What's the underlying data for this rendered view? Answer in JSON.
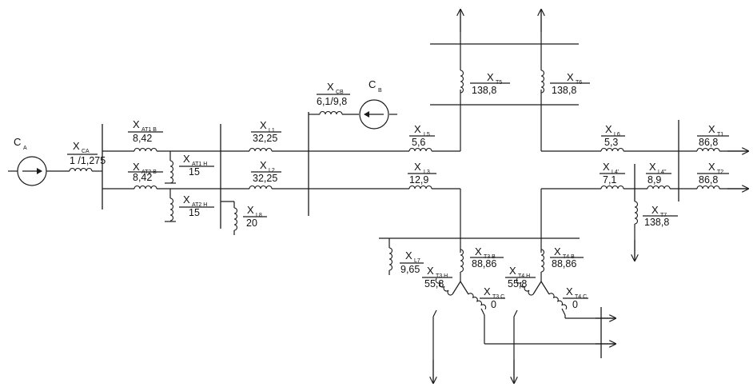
{
  "sources": {
    "ca": {
      "letter": "C",
      "sub": "A"
    },
    "cb": {
      "letter": "C",
      "sub": "B"
    }
  },
  "elements": {
    "x_ca": {
      "letter": "X",
      "sub": "CA",
      "value": "1 /1,275"
    },
    "x_cb": {
      "letter": "X",
      "sub": "CB",
      "value": "6,1/9,8"
    },
    "x_at1b": {
      "letter": "X",
      "sub": "AT1 B",
      "value": "8,42"
    },
    "x_at2b": {
      "letter": "X",
      "sub": "AT2 B",
      "value": "8,42"
    },
    "x_at1h": {
      "letter": "X",
      "sub": "AT1 H",
      "value": "15"
    },
    "x_at2h": {
      "letter": "X",
      "sub": "AT2 H",
      "value": "15"
    },
    "x_l1": {
      "letter": "X",
      "sub": "L1",
      "value": "32,25"
    },
    "x_l2": {
      "letter": "X",
      "sub": "L2",
      "value": "32,25"
    },
    "x_l8": {
      "letter": "X",
      "sub": "L8",
      "value": "20"
    },
    "x_l5": {
      "letter": "X",
      "sub": "L5",
      "value": "5,6"
    },
    "x_l3": {
      "letter": "X",
      "sub": "L3",
      "value": "12,9"
    },
    "x_t5": {
      "letter": "X",
      "sub": "T5",
      "value": "138,8"
    },
    "x_t6": {
      "letter": "X",
      "sub": "T6",
      "value": "138,8"
    },
    "x_l6": {
      "letter": "X",
      "sub": "L6",
      "value": "5,3"
    },
    "x_t1": {
      "letter": "X",
      "sub": "T1",
      "value": "86,8"
    },
    "x_l4a": {
      "letter": "X",
      "sub": "L4'",
      "value": "7,1"
    },
    "x_l4b": {
      "letter": "X",
      "sub": "L4''",
      "value": "8,9"
    },
    "x_t2": {
      "letter": "X",
      "sub": "T2",
      "value": "86,8"
    },
    "x_t7": {
      "letter": "X",
      "sub": "T7",
      "value": "138,8"
    },
    "x_l7": {
      "letter": "X",
      "sub": "L7",
      "value": "9,65"
    },
    "x_t3b": {
      "letter": "X",
      "sub": "T3 B",
      "value": "88,86"
    },
    "x_t3h": {
      "letter": "X",
      "sub": "T3 H",
      "value": "55,8"
    },
    "x_t3c": {
      "letter": "X",
      "sub": "T3 C",
      "value": "0"
    },
    "x_t4b": {
      "letter": "X",
      "sub": "T4 B",
      "value": "88,86"
    },
    "x_t4h": {
      "letter": "X",
      "sub": "T4 H",
      "value": "55,8"
    },
    "x_t4c": {
      "letter": "X",
      "sub": "T4 C",
      "value": "0"
    }
  }
}
